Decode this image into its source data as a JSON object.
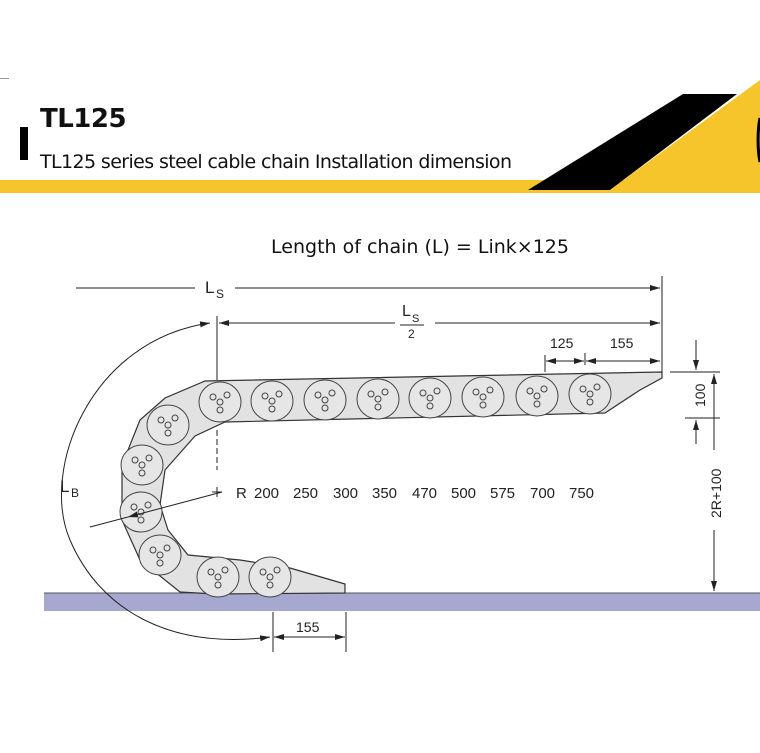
{
  "header": {
    "title": "TL125",
    "subtitle": "TL125 series steel cable chain Installation dimension",
    "colors": {
      "accent": "#f6c52c",
      "dark": "#000000"
    }
  },
  "diagram": {
    "formula": "Length of chain (L) = Link×125",
    "ls_label": "L",
    "ls_sub": "S",
    "ls_half_num_sub": "S",
    "ls_half_den": "2",
    "lb_label": "L",
    "lb_sub": "B",
    "dim_pitch": "125",
    "dim_end_top": "155",
    "dim_end_bottom": "155",
    "dim_height": "100",
    "dim_total_height": "2R+100",
    "radius_label": "R",
    "radius_values": [
      "200",
      "250",
      "300",
      "350",
      "470",
      "500",
      "575",
      "700",
      "750"
    ],
    "ground_color": "#a7a8cf"
  }
}
